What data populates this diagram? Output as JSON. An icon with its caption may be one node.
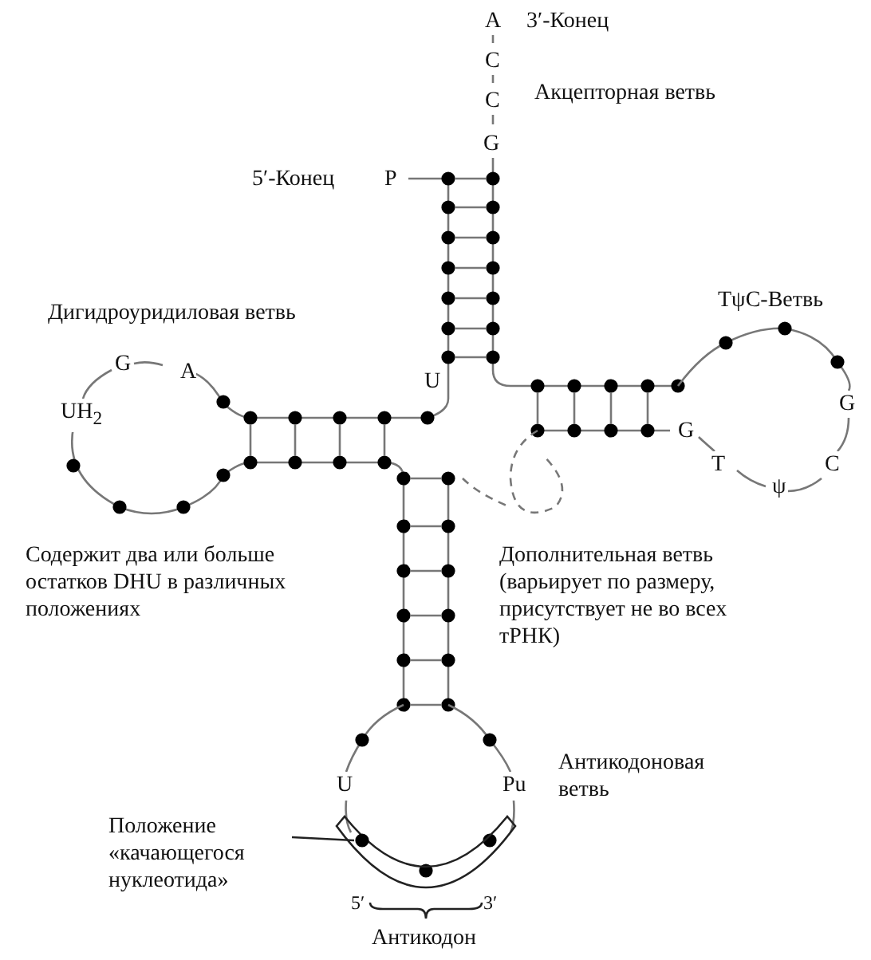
{
  "diagram": {
    "nodes": [
      {
        "text": [
          "Положение «качающегося нуклеотида»"
        ]
      },
      {
        "text": [],
        "shape": "circle"
      }
    ],
    "edges": [
      {
        "from": 0,
        "to": 1,
        "arrow": "none"
      }
    ],
    "labels": [
      "A",
      "3′-Конец",
      "C",
      "C",
      "Акцепторная ветвь",
      "G",
      "5′-Конец",
      "P",
      "TψC-Ветвь",
      "Дигидроуридиловая ветвь",
      "G",
      "A",
      "UH$_{2}$",
      "U",
      "G",
      "G",
      "T",
      "C",
      "ψ",
      "Содержит два или больше остатков DHU в различных положениях",
      "Дополнительная ветвь (варьирует по размеру, присутствует не во всех тРНК)",
      "U",
      "Pu",
      "Антикодоновая ветвь",
      "5′",
      "3′",
      "Антикодон"
    ]
  }
}
